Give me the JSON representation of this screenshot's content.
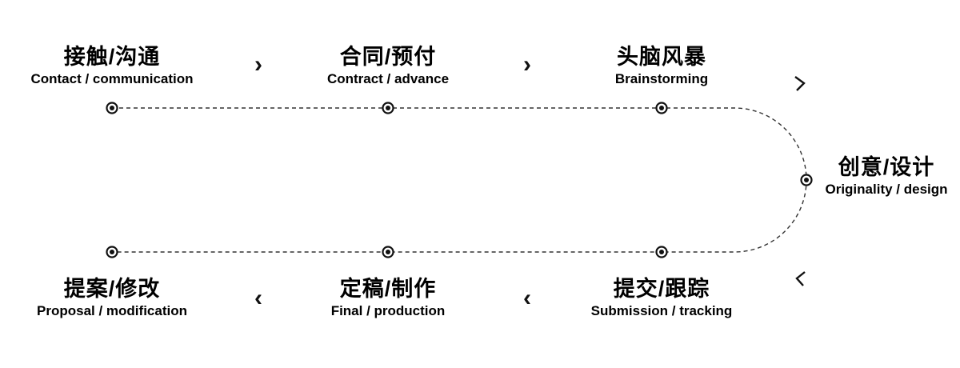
{
  "diagram": {
    "steps": [
      {
        "zh": "接触/沟通",
        "en": "Contact / communication"
      },
      {
        "zh": "合同/预付",
        "en": "Contract / advance"
      },
      {
        "zh": "头脑风暴",
        "en": "Brainstorming"
      },
      {
        "zh": "创意/设计",
        "en": "Originality / design"
      },
      {
        "zh": "提交/跟踪",
        "en": "Submission / tracking"
      },
      {
        "zh": "定稿/制作",
        "en": "Final / production"
      },
      {
        "zh": "提案/修改",
        "en": "Proposal / modification"
      }
    ],
    "separators": {
      "forward": "›",
      "backward": "‹"
    },
    "colors": {
      "text": "#000000",
      "line": "#333333",
      "node": "#111111",
      "background": "#ffffff"
    }
  }
}
